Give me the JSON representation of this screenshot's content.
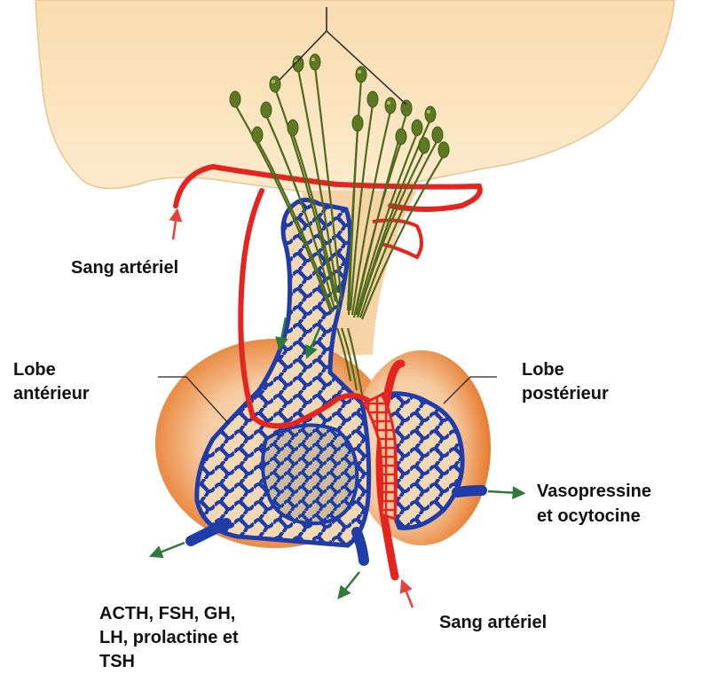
{
  "labels": {
    "sang_arteriel_top": "Sang artériel",
    "lobe_anterieur_1": "Lobe",
    "lobe_anterieur_2": "antérieur",
    "lobe_posterieur_1": "Lobe",
    "lobe_posterieur_2": "postérieur",
    "vasopressine_1": "Vasopressine",
    "vasopressine_2": "et ocytocine",
    "hormones_1": "ACTH, FSH, GH,",
    "hormones_2": "LH, prolactine et",
    "hormones_3": "TSH",
    "sang_arteriel_bottom": "Sang artériel"
  },
  "colors": {
    "hypothalamus": "#fbe3bb",
    "lobe_outer": "#e8782a",
    "lobe_inner": "#f8d7b4",
    "vessel_red": "#e52420",
    "vessel_blue": "#1f3ca8",
    "neuron": "#4f6a1c",
    "neuron_light": "#8aa547",
    "arrow_green": "#2f7a3a",
    "arrow_red": "#e8423f",
    "leader": "#222222"
  }
}
